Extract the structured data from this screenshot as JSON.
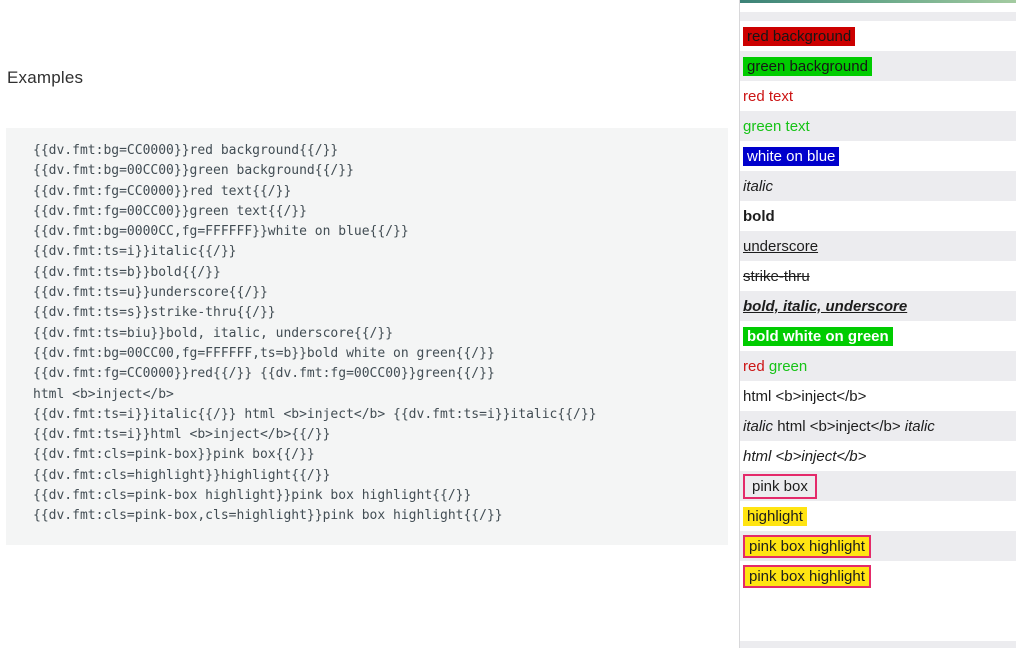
{
  "page": {
    "heading": "Examples"
  },
  "code_block": {
    "lines": [
      "{{dv.fmt:bg=CC0000}}red background{{/}}",
      "{{dv.fmt:bg=00CC00}}green background{{/}}",
      "{{dv.fmt:fg=CC0000}}red text{{/}}",
      "{{dv.fmt:fg=00CC00}}green text{{/}}",
      "{{dv.fmt:bg=0000CC,fg=FFFFFF}}white on blue{{/}}",
      "{{dv.fmt:ts=i}}italic{{/}}",
      "{{dv.fmt:ts=b}}bold{{/}}",
      "{{dv.fmt:ts=u}}underscore{{/}}",
      "{{dv.fmt:ts=s}}strike-thru{{/}}",
      "{{dv.fmt:ts=biu}}bold, italic, underscore{{/}}",
      "{{dv.fmt:bg=00CC00,fg=FFFFFF,ts=b}}bold white on green{{/}}",
      "{{dv.fmt:fg=CC0000}}red{{/}} {{dv.fmt:fg=00CC00}}green{{/}}",
      "html <b>inject</b>",
      "{{dv.fmt:ts=i}}italic{{/}} html <b>inject</b> {{dv.fmt:ts=i}}italic{{/}}",
      "{{dv.fmt:ts=i}}html <b>inject</b>{{/}}",
      "{{dv.fmt:cls=pink-box}}pink box{{/}}",
      "{{dv.fmt:cls=highlight}}highlight{{/}}",
      "{{dv.fmt:cls=pink-box highlight}}pink box highlight{{/}}",
      "{{dv.fmt:cls=pink-box,cls=highlight}}pink box highlight{{/}}"
    ]
  },
  "preview": {
    "colors": {
      "red_background": "#CC0000",
      "green_background": "#00CC00",
      "red_text": "#CC1414",
      "green_text": "#16C316",
      "blue_background": "#0000CC",
      "white_text": "#FFFFFF",
      "highlight_yellow": "#FFE412",
      "pink_box_border": "#E42A6A",
      "row_stripe": "#ECECEF",
      "top_bar_gradient_start": "#3B8277",
      "top_bar_gradient_end": "#A4CBA1"
    },
    "rows": [
      {
        "stripe": "gray",
        "empty": true,
        "segments": []
      },
      {
        "stripe": "white",
        "segments": [
          {
            "text": "red background",
            "cls": "bg-red"
          }
        ]
      },
      {
        "stripe": "gray",
        "segments": [
          {
            "text": "green background",
            "cls": "bg-green"
          }
        ]
      },
      {
        "stripe": "white",
        "segments": [
          {
            "text": "red text",
            "cls": "fg-red"
          }
        ]
      },
      {
        "stripe": "gray",
        "segments": [
          {
            "text": "green text",
            "cls": "fg-green"
          }
        ]
      },
      {
        "stripe": "white",
        "segments": [
          {
            "text": "white on blue",
            "cls": "white-on-blue"
          }
        ]
      },
      {
        "stripe": "gray",
        "segments": [
          {
            "text": "italic",
            "cls": "italic"
          }
        ]
      },
      {
        "stripe": "white",
        "segments": [
          {
            "text": "bold",
            "cls": "bold"
          }
        ]
      },
      {
        "stripe": "gray",
        "segments": [
          {
            "text": "underscore",
            "cls": "underline"
          }
        ]
      },
      {
        "stripe": "white",
        "segments": [
          {
            "text": "strike-thru",
            "cls": "strike"
          }
        ]
      },
      {
        "stripe": "gray",
        "segments": [
          {
            "text": "bold, italic, underscore",
            "cls": "bold italic underline"
          }
        ]
      },
      {
        "stripe": "white",
        "segments": [
          {
            "text": "bold white on green",
            "cls": "bold-white-on-green"
          }
        ]
      },
      {
        "stripe": "gray",
        "segments": [
          {
            "text": "red",
            "cls": "fg-red"
          },
          {
            "text": " ",
            "cls": ""
          },
          {
            "text": "green",
            "cls": "fg-green"
          }
        ]
      },
      {
        "stripe": "white",
        "segments": [
          {
            "text": "html <b>inject</b>",
            "cls": ""
          }
        ]
      },
      {
        "stripe": "gray",
        "segments": [
          {
            "text": "italic",
            "cls": "italic"
          },
          {
            "text": " html <b>inject</b> ",
            "cls": ""
          },
          {
            "text": "italic",
            "cls": "italic"
          }
        ]
      },
      {
        "stripe": "white",
        "segments": [
          {
            "text": "html <b>inject</b>",
            "cls": "italic"
          }
        ]
      },
      {
        "stripe": "gray",
        "segments": [
          {
            "text": "pink box",
            "cls": "pink-box"
          }
        ]
      },
      {
        "stripe": "white",
        "segments": [
          {
            "text": "highlight",
            "cls": "highlight"
          }
        ]
      },
      {
        "stripe": "gray",
        "segments": [
          {
            "text": "pink box highlight",
            "cls": "pink-box highlight"
          }
        ]
      },
      {
        "stripe": "white",
        "segments": [
          {
            "text": "pink box highlight",
            "cls": "pink-box highlight"
          }
        ]
      }
    ]
  }
}
